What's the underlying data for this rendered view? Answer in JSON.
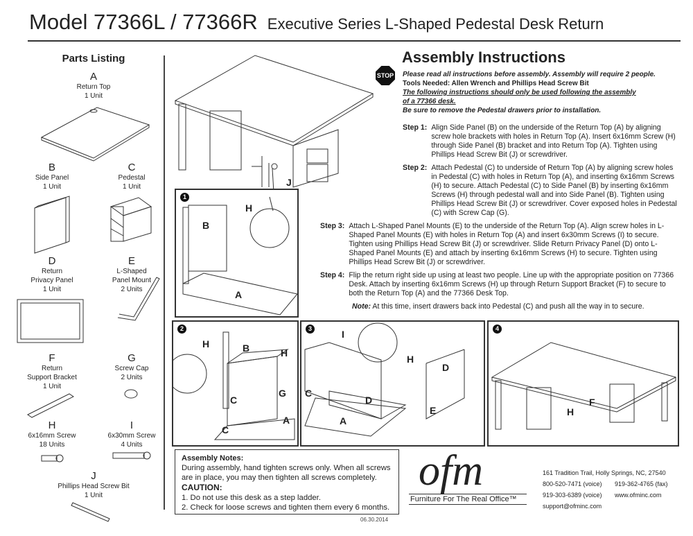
{
  "header": {
    "model": "Model 77366L / 77366R",
    "subtitle": "Executive Series L-Shaped Pedestal Desk Return"
  },
  "parts": {
    "title": "Parts Listing",
    "items": [
      {
        "letter": "A",
        "name": "Return Top",
        "qty": "1 Unit"
      },
      {
        "letter": "B",
        "name": "Side Panel",
        "qty": "1 Unit"
      },
      {
        "letter": "C",
        "name": "Pedestal",
        "qty": "1 Unit"
      },
      {
        "letter": "D",
        "name": "Return\nPrivacy Panel",
        "qty": "1 Unit"
      },
      {
        "letter": "E",
        "name": "L-Shaped\nPanel Mount",
        "qty": "2 Units"
      },
      {
        "letter": "F",
        "name": "Return\nSupport Bracket",
        "qty": "1 Unit"
      },
      {
        "letter": "G",
        "name": "Screw Cap",
        "qty": "2 Units"
      },
      {
        "letter": "H",
        "name": "6x16mm Screw",
        "qty": "18 Units"
      },
      {
        "letter": "I",
        "name": "6x30mm Screw",
        "qty": "4 Units"
      },
      {
        "letter": "J",
        "name": "Phillips Head Screw Bit",
        "qty": "1 Unit"
      }
    ]
  },
  "diagrams": {
    "top": {
      "callouts": [
        "J"
      ]
    },
    "step1": {
      "number": "1",
      "callouts": [
        "H",
        "B",
        "A"
      ]
    },
    "step2": {
      "number": "2",
      "callouts": [
        "H",
        "B",
        "H",
        "G",
        "C",
        "A",
        "C"
      ]
    },
    "step3": {
      "number": "3",
      "callouts": [
        "I",
        "H",
        "D",
        "C",
        "D",
        "E",
        "A"
      ]
    },
    "step4": {
      "number": "4",
      "callouts": [
        "F",
        "H"
      ]
    }
  },
  "instructions": {
    "title": "Assembly Instructions",
    "stop_icon": "STOP",
    "intro1": "Please read all instructions before assembly. Assembly will require 2 people.",
    "intro2": "Tools Needed: Allen Wrench and Phillips Head Screw Bit",
    "intro3a": "The following instructions should only be used following the assembly",
    "intro3b": "of a 77366 desk.",
    "intro4": "Be sure to remove the Pedestal drawers prior to installation.",
    "steps": [
      {
        "label": "Step 1:",
        "text": "Align Side Panel (B) on the underside of the Return Top (A) by aligning screw hole brackets with holes in Return Top (A). Insert 6x16mm Screw (H) through Side Panel (B) bracket and into Return Top (A). Tighten using Phillips Head Screw Bit (J) or screwdriver."
      },
      {
        "label": "Step 2:",
        "text": "Attach Pedestal (C) to underside of Return Top (A) by aligning screw holes in Pedestal (C) with holes in Return Top (A), and inserting 6x16mm Screws (H) to secure. Attach Pedestal (C) to Side Panel (B) by inserting 6x16mm Screws (H) through pedestal wall and into Side Panel (B). Tighten using Phillips Head Screw Bit (J) or screwdriver. Cover exposed holes in Pedestal (C) with Screw Cap (G)."
      },
      {
        "label": "Step 3:",
        "text": "Attach L-Shaped Panel Mounts (E) to the underside of the Return Top (A). Align screw holes in L-Shaped Panel Mounts (E) with holes in Return Top (A) and insert 6x30mm Screws (I) to secure. Tighten using Phillips Head Screw Bit (J) or screwdriver. Slide Return Privacy Panel (D) onto L-Shaped Panel Mounts (E) and attach by inserting 6x16mm Screws (H) to secure. Tighten using Phillips Head Screw Bit (J) or screwdriver."
      },
      {
        "label": "Step 4:",
        "text": "Flip the return right side up using at least two people. Line up with the appropriate position on 77366 Desk. Attach by inserting 6x16mm Screws (H) up through Return Support Bracket (F) to secure to both the Return Top (A) and the 77366 Desk Top."
      }
    ],
    "note_label": "Note:",
    "note_text": " At this time, insert drawers back into Pedestal (C) and push all the way in to secure."
  },
  "notes": {
    "title": "Assembly Notes:",
    "text": "During assembly, hand tighten screws only. When all screws are in place, you may then tighten all screws completely.",
    "caution": "CAUTION:",
    "c1": "1. Do not use this desk as a step ladder.",
    "c2": "2. Check for loose screws and tighten them every 6 months."
  },
  "date": "06.30.2014",
  "company": {
    "logo_text": "ofm",
    "tagline": "Furniture For The Real Office™",
    "address": "161 Tradition Trail,  Holly Springs, NC, 27540",
    "phone1": "800-520-7471 (voice)",
    "fax": "919-362-4765 (fax)",
    "phone2": "919-303-6389 (voice)",
    "web": "www.ofminc.com",
    "email": "support@ofminc.com"
  }
}
